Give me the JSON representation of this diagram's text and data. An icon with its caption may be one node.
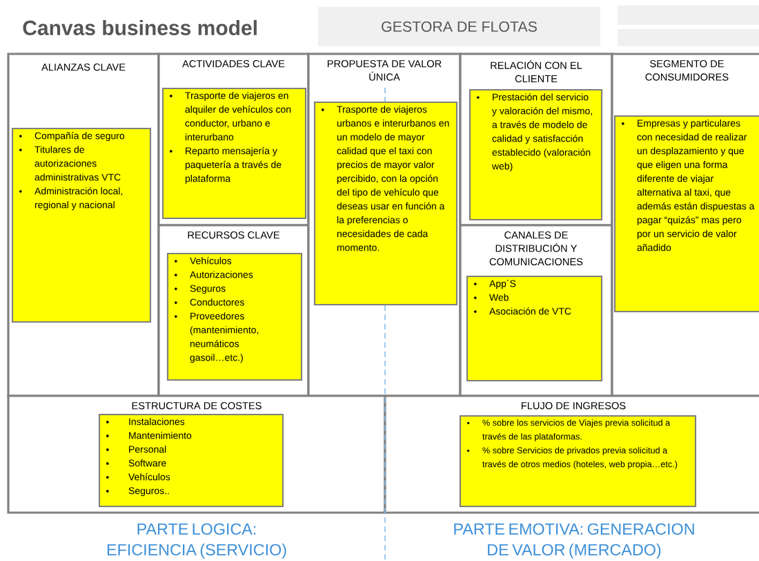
{
  "diagram": {
    "title": "Canvas business model",
    "nodes": [
      {
        "text": [
          "GESTORA DE FLOTAS"
        ]
      },
      {
        "text": [],
        "shape": "box"
      },
      {
        "text": [],
        "shape": "box"
      },
      {
        "text": [
          "ALIANZAS CLAVE"
        ]
      },
      {
        "text": [
          "Compañía de seguro",
          "Titulares de autorizaciones administrativas VTC",
          "Administración local, regional y nacional"
        ],
        "in": 3
      },
      {
        "text": [
          "ACTIVIDADES CLAVE"
        ]
      },
      {
        "text": [
          "Trasporte de viajeros en alquiler de vehículos con conductor, urbano e interurbano",
          "Reparto mensajería y paquetería a través de plataforma"
        ],
        "in": 5
      },
      {
        "text": [
          "RECURSOS CLAVE"
        ]
      },
      {
        "text": [
          "Vehículos",
          "Autorizaciones",
          "Seguros",
          "Conductores",
          "Proveedores (mantenimiento, neumáticos gasoil…etc.)"
        ],
        "in": 7
      },
      {
        "text": [
          "PROPUESTA DE VALOR ÚNICA"
        ]
      },
      {
        "text": [
          "Trasporte de viajeros urbanos e interurbanos en un modelo de mayor calidad que el taxi con precios de mayor valor percibido, con la opción del tipo de vehículo que deseas usar en función a la preferencias o necesidades de cada momento."
        ],
        "in": 9
      },
      {
        "text": [
          "RELACIÓN CON EL CLIENTE"
        ]
      },
      {
        "text": [
          "Prestación del servicio y valoración del mismo,  a través de modelo de calidad y satisfacción establecido (valoración web)"
        ],
        "in": 11
      },
      {
        "text": [
          "CANALES DE DISTRIBUCIÓN Y COMUNICACIONES"
        ]
      },
      {
        "text": [
          "App´S",
          "Web",
          "Asociación de VTC"
        ],
        "in": 13
      },
      {
        "text": [
          "SEGMENTO DE CONSUMIDORES"
        ]
      },
      {
        "text": [
          "Empresas y particulares con necesidad de realizar un desplazamiento y que que eligen una forma diferente de viajar alternativa al taxi, que además están dispuestas a pagar “quizás” mas pero por un servicio de valor añadido"
        ],
        "in": 15
      },
      {
        "text": [
          "ESTRUCTURA DE COSTES"
        ]
      },
      {
        "text": [
          "Instalaciones",
          "Mantenimiento",
          "Personal",
          "Software",
          "Vehículos",
          "Seguros.."
        ],
        "in": 17
      },
      {
        "text": [
          "FLUJO DE INGRESOS"
        ]
      },
      {
        "text": [
          "% sobre los servicios de Viajes previa solicitud  a través de las plataformas.",
          "% sobre Servicios de privados previa solicitud a través de otros medios (hoteles, web propia…etc.)"
        ],
        "in": 19
      }
    ],
    "labels": [
      "PARTE LOGICA: EFICIENCIA (SERVICIO)",
      "PARTE EMOTIVA: GENERACION DE VALOR (MERCADO)"
    ]
  }
}
